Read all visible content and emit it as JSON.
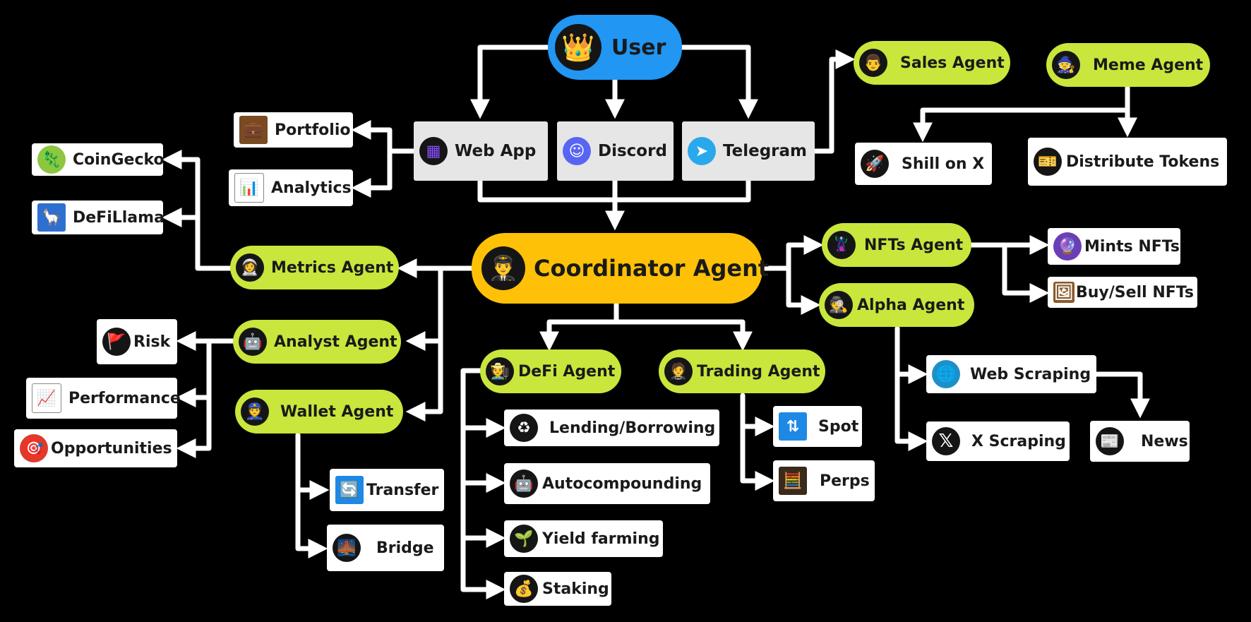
{
  "nodes": {
    "user": {
      "label": "User",
      "icon": "prince-face-icon"
    },
    "web_app": {
      "label": "Web App",
      "icon": "purple-cubes-icon"
    },
    "discord": {
      "label": "Discord",
      "icon": "discord-logo-icon"
    },
    "telegram": {
      "label": "Telegram",
      "icon": "telegram-logo-icon"
    },
    "portfolio": {
      "label": "Portfolio",
      "icon": "briefcase-icon"
    },
    "analytics": {
      "label": "Analytics",
      "icon": "bar-chart-icon"
    },
    "sales_agent": {
      "label": "Sales Agent",
      "icon": "businessman-icon"
    },
    "meme_agent": {
      "label": "Meme Agent",
      "icon": "wizard-icon"
    },
    "shill_on_x": {
      "label": "Shill on X",
      "icon": "rocket-icon"
    },
    "distribute_tokens": {
      "label": "Distribute Tokens",
      "icon": "ticket-icon"
    },
    "coingecko": {
      "label": "CoinGecko",
      "icon": "gecko-icon"
    },
    "defillama": {
      "label": "DeFiLlama",
      "icon": "llama-icon"
    },
    "coordinator": {
      "label": "Coordinator Agent",
      "icon": "pilot-icon"
    },
    "metrics_agent": {
      "label": "Metrics Agent",
      "icon": "astronaut-icon"
    },
    "analyst_agent": {
      "label": "Analyst Agent",
      "icon": "robot-face-icon"
    },
    "wallet_agent": {
      "label": "Wallet Agent",
      "icon": "police-officer-icon"
    },
    "risk": {
      "label": "Risk",
      "icon": "red-flag-icon"
    },
    "performance": {
      "label": "Performance",
      "icon": "trend-up-chart-icon"
    },
    "opportunities": {
      "label": "Opportunities",
      "icon": "target-icon"
    },
    "transfer": {
      "label": "Transfer",
      "icon": "refresh-arrows-icon"
    },
    "bridge": {
      "label": "Bridge",
      "icon": "bridge-icon"
    },
    "nfts_agent": {
      "label": "NFTs Agent",
      "icon": "superhero-icon"
    },
    "alpha_agent": {
      "label": "Alpha Agent",
      "icon": "detective-icon"
    },
    "mints_nfts": {
      "label": "Mints NFTs",
      "icon": "crystal-ball-icon"
    },
    "buy_sell_nfts": {
      "label": "Buy/Sell NFTs",
      "icon": "framed-picture-icon"
    },
    "web_scraping": {
      "label": "Web Scraping",
      "icon": "globe-icon"
    },
    "x_scraping": {
      "label": "X Scraping",
      "icon": "x-logo-icon"
    },
    "news": {
      "label": "News",
      "icon": "newspaper-icon"
    },
    "defi_agent": {
      "label": "DeFi Agent",
      "icon": "farmer-icon"
    },
    "trading_agent": {
      "label": "Trading Agent",
      "icon": "man-in-tuxedo-icon"
    },
    "lending_borrowing": {
      "label": "Lending/Borrowing",
      "icon": "cycle-arrows-icon"
    },
    "autocompounding": {
      "label": "Autocompounding",
      "icon": "robot-icon"
    },
    "yield_farming": {
      "label": "Yield farming",
      "icon": "seedling-icon"
    },
    "staking": {
      "label": "Staking",
      "icon": "money-bag-icon"
    },
    "spot": {
      "label": "Spot",
      "icon": "swap-arrows-icon"
    },
    "perps": {
      "label": "Perps",
      "icon": "abacus-icon"
    }
  },
  "colors": {
    "background": "#000000",
    "user": "#2196f3",
    "coordinator": "#ffc107",
    "agent": "#c8e63c",
    "channel": "#e6e6e6",
    "leaf": "#ffffff",
    "edge": "#ffffff"
  }
}
